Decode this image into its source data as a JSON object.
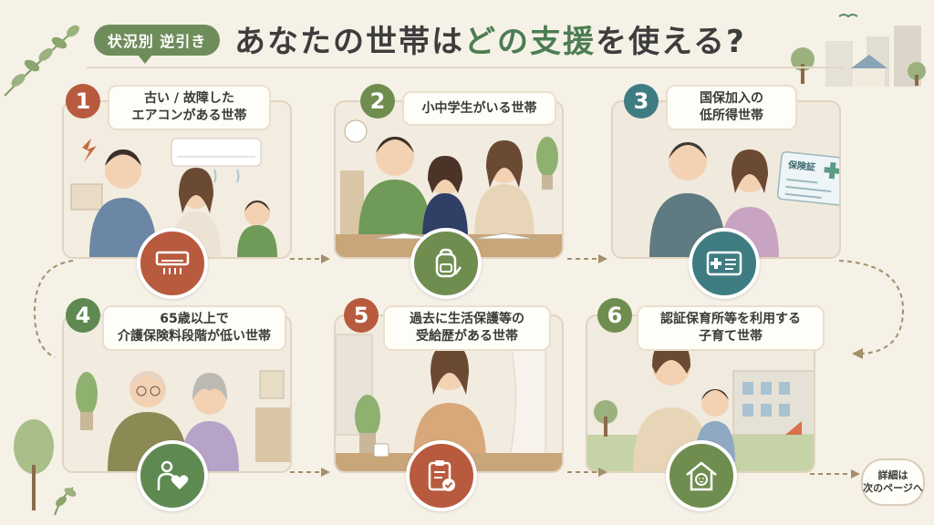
{
  "header": {
    "badge": "状況別 逆引き",
    "title_prefix": "あなたの世帯は",
    "title_highlight": "どの支援",
    "title_suffix": "を使える?"
  },
  "cards": [
    {
      "number": "1",
      "lines": [
        "古い / 故障した",
        "エアコンがある世帯"
      ],
      "icon": "air-conditioner-icon",
      "color": "#b85a3e"
    },
    {
      "number": "2",
      "lines": [
        "小中学生がいる世帯"
      ],
      "icon": "school-backpack-icon",
      "color": "#6f8d4f"
    },
    {
      "number": "3",
      "lines": [
        "国保加入の",
        "低所得世帯"
      ],
      "icon": "insurance-card-icon",
      "color": "#3f7c82"
    },
    {
      "number": "4",
      "lines": [
        "65歳以上で",
        "介護保険料段階が低い世帯"
      ],
      "icon": "care-person-heart-icon",
      "color": "#5e8a52"
    },
    {
      "number": "5",
      "lines": [
        "過去に生活保護等の",
        "受給歴がある世帯"
      ],
      "icon": "clipboard-check-icon",
      "color": "#b85a3e"
    },
    {
      "number": "6",
      "lines": [
        "認証保育所等を利用する",
        "子育て世帯"
      ],
      "icon": "home-child-icon",
      "color": "#6f8d4f"
    }
  ],
  "insurance_card_text": "保険証",
  "next_page": [
    "詳細は",
    "次のページへ"
  ],
  "colors": {
    "background": "#f6f1e7",
    "accent_green": "#6f8d5b",
    "title_highlight": "#4c7d53",
    "card_border": "#e1d3bf",
    "arrow": "#a38f6b"
  }
}
